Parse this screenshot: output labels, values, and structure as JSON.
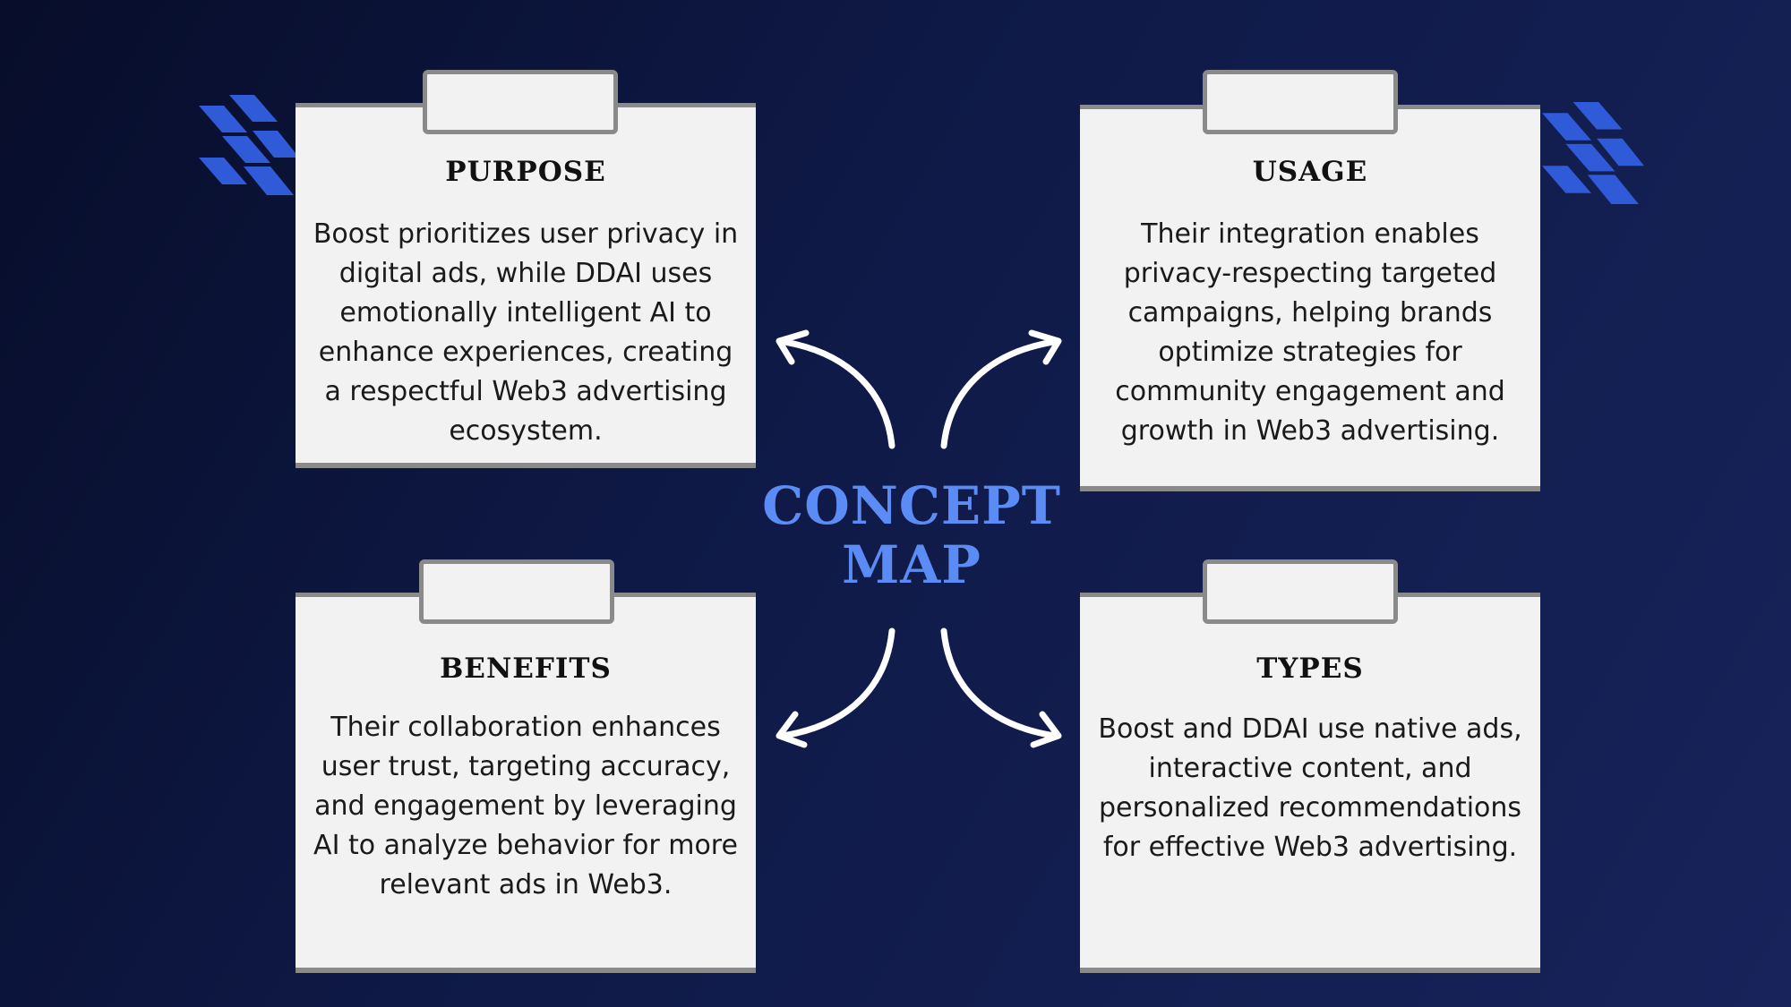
{
  "center": {
    "line1": "CONCEPT",
    "line2": "MAP"
  },
  "cards": [
    {
      "title": "PURPOSE",
      "body": "Boost prioritizes user privacy in digital ads, while DDAI uses emotionally intelligent AI to enhance experiences, creating a respectful Web3 advertising ecosystem."
    },
    {
      "title": "USAGE",
      "body": "Their integration enables privacy-respecting targeted campaigns, helping brands optimize strategies for community engagement and growth in Web3 advertising."
    },
    {
      "title": "BENEFITS",
      "body": "Their collaboration enhances user trust, targeting accuracy, and engagement by leveraging AI to analyze behavior for more relevant ads in Web3."
    },
    {
      "title": "TYPES",
      "body": "Boost and DDAI use native ads, interactive content, and personalized recommendations for effective Web3 advertising."
    }
  ],
  "colors": {
    "accent": "#5b8cf6",
    "card": "#f2f2f2",
    "border": "#8a8a8a",
    "deco": "#2f5bd9"
  },
  "icons": [
    "tape-icon",
    "arrow-icon",
    "zigzag-decoration-icon"
  ]
}
